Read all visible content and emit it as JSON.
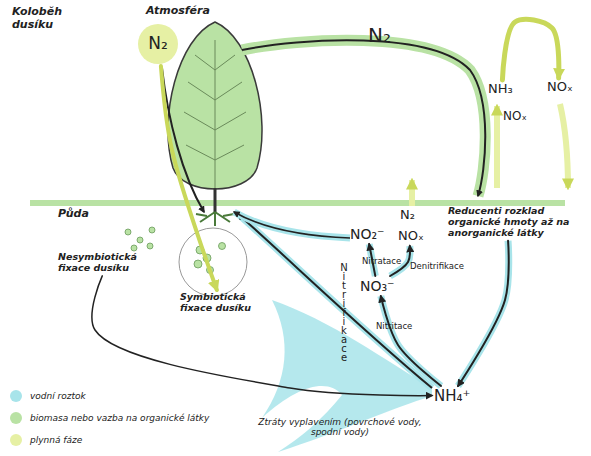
{
  "diagram": {
    "title": "Koloběh dusíku",
    "nodes": [
      {
        "text": [
          "N₂"
        ]
      },
      {
        "text": [
          "NH₃"
        ]
      },
      {
        "text": [
          "NOₓ"
        ]
      },
      {
        "text": [
          "NOₓ"
        ]
      },
      {
        "text": [
          "Nesymbiotická fixace dusíku"
        ]
      },
      {
        "text": [
          "Symbiotická fixace dusíku"
        ]
      },
      {
        "text": [
          "N₂"
        ]
      },
      {
        "text": [
          "Reducenti rozklad organické hmoty až na anorganické látky"
        ]
      },
      {
        "text": [
          "NO₂⁻"
        ]
      },
      {
        "text": [
          "NOₓ"
        ]
      },
      {
        "text": [
          "NO₃⁻"
        ]
      },
      {
        "text": [
          "NH₄⁺"
        ]
      }
    ],
    "edges": [
      {
        "from": 0,
        "to": 5,
        "arrow": "to"
      },
      {
        "from": 4,
        "to": 11,
        "arrow": "to"
      },
      {
        "from": 11,
        "to": 10,
        "arrow": "to"
      },
      {
        "from": 10,
        "to": 8,
        "arrow": "to"
      },
      {
        "from": 10,
        "to": 9,
        "arrow": "to"
      },
      {
        "from": 7,
        "to": 11,
        "arrow": "to"
      },
      {
        "from": 1,
        "to": 2,
        "arrow": "to"
      }
    ],
    "labels": [
      "Atmosféra",
      "N₂",
      "Půda",
      "Nitratace",
      "Denitrifikace",
      "Nitritace",
      "Nitrifikace",
      "Ztráty vyplavením (povrchové vody, spodní vody)"
    ],
    "legend": [
      {
        "text": "vodní roztok",
        "color": "#a8e4ea"
      },
      {
        "text": "biomasa nebo vazba na organické látky",
        "color": "#b9e2a4"
      },
      {
        "text": "plynná fáze",
        "color": "#e6f0a4"
      }
    ]
  }
}
